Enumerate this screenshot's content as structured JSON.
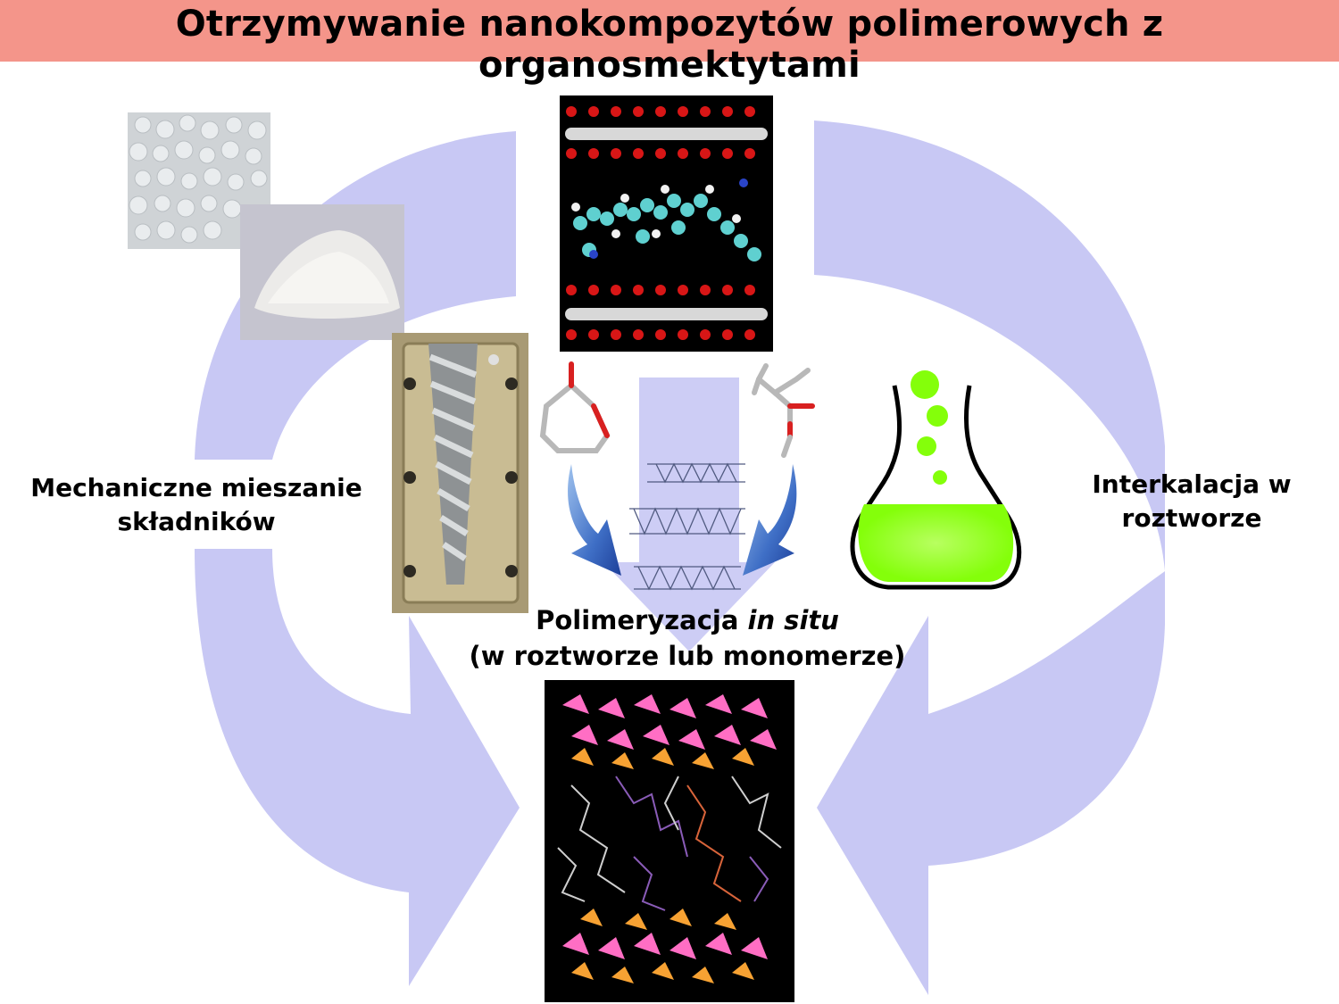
{
  "slide": {
    "title": "Otrzymywanie nanokompozytów polimerowych z organosmektytami"
  },
  "methods": {
    "mechanical": {
      "line1": "Mechaniczne mieszanie",
      "line2": "składników"
    },
    "intercalation": {
      "line1": "Interkalacja w",
      "line2": "roztworze"
    },
    "in_situ": {
      "prefix": "Polimeryzacja ",
      "italic": "in situ",
      "line2": "(w roztworze lub monomerze)"
    }
  },
  "colors": {
    "title_bar": "#f4958a",
    "cycle_arrows": "#c8c8f4",
    "small_arrows": "#3f6fc6",
    "flask_liquid": "#84ff0a"
  },
  "icons": [
    "polymer-granules-image",
    "powder-image",
    "extruder-screw-image",
    "clay-molecular-model-image",
    "caprolactone-molecule-icon",
    "methacrylate-molecule-icon",
    "clay-layers-sketch-icon",
    "flask-icon",
    "nanocomposite-structure-image"
  ]
}
